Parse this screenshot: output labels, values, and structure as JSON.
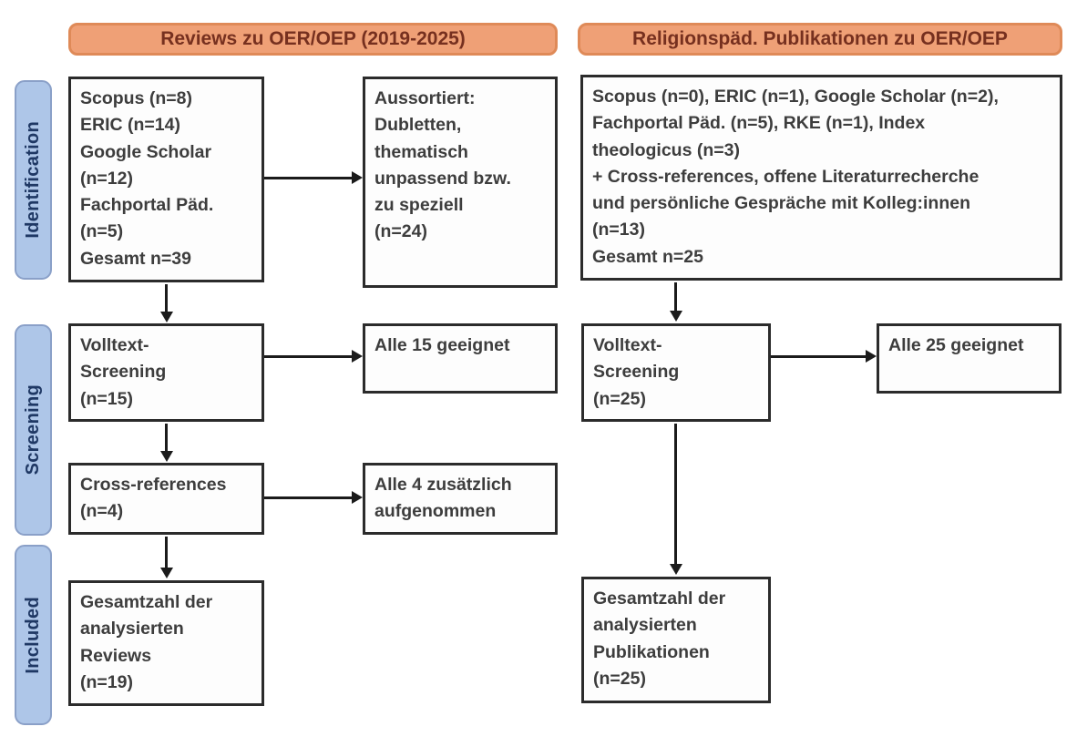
{
  "headers": {
    "left": "Reviews zu OER/OEP (2019-2025)",
    "right": "Religionspäd. Publikationen zu OER/OEP"
  },
  "stages": {
    "identification": "Identification",
    "screening": "Screening",
    "included": "Included"
  },
  "left_flow": {
    "sources": "Scopus (n=8)\nERIC (n=14)\nGoogle Scholar\n(n=12)\nFachportal Päd.\n(n=5)\nGesamt n=39",
    "excluded": "Aussortiert:\nDubletten,\nthematisch\nunpassend bzw.\nzu speziell\n(n=24)",
    "fulltext_screening": "Volltext-\nScreening\n(n=15)",
    "fulltext_result": "Alle 15 geeignet",
    "crossref": "Cross-references\n(n=4)",
    "crossref_result": "Alle 4 zusätzlich\naufgenommen",
    "included_total": "Gesamtzahl der\nanalysierten\nReviews\n(n=19)"
  },
  "right_flow": {
    "sources": "Scopus (n=0), ERIC (n=1), Google Scholar (n=2),\nFachportal Päd. (n=5), RKE (n=1), Index\ntheologicus (n=3)\n+ Cross-references, offene Literaturrecherche\nund persönliche Gespräche mit Kolleg:innen\n(n=13)\nGesamt n=25",
    "fulltext_screening": "Volltext-\nScreening\n(n=25)",
    "fulltext_result": "Alle 25 geeignet",
    "included_total": "Gesamtzahl der\nanalysierten\nPublikationen\n(n=25)"
  },
  "colors": {
    "header_fill": "#efa076",
    "header_border": "#df8a58",
    "header_text": "#76301f",
    "stage_fill": "#aec6e8",
    "stage_border": "#8aa0c8",
    "stage_text": "#1f3864",
    "box_border": "#2b2b2b",
    "box_text": "#3d3d3d",
    "arrow": "#1b1b1b",
    "background": "#ffffff"
  }
}
